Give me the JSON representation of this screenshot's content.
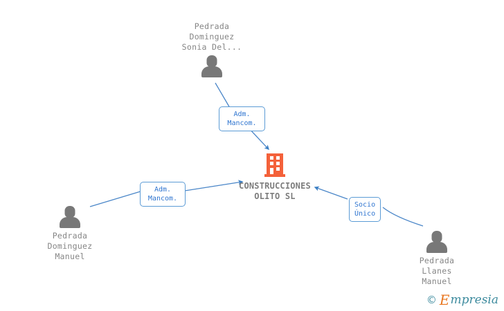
{
  "diagram": {
    "background_color": "#ffffff",
    "edge_color": "#4a86c8",
    "company": {
      "name": "CONSTRUCCIONES\nOLITO SL",
      "icon": "building-icon",
      "icon_color": "#f4613a",
      "label_color": "#7d7d7d"
    },
    "people": [
      {
        "id": "sonia",
        "name": "Pedrada\nDominguez\nSonia Del...",
        "icon": "person-icon",
        "position": "top"
      },
      {
        "id": "manuel-dominguez",
        "name": "Pedrada\nDominguez\nManuel",
        "icon": "person-icon",
        "position": "bottom-left"
      },
      {
        "id": "manuel-llanes",
        "name": "Pedrada\nLlanes\nManuel",
        "icon": "person-icon",
        "position": "bottom-right"
      }
    ],
    "relations": [
      {
        "id": "rel-top",
        "label": "Adm.\nMancom.",
        "from": "sonia",
        "to": "company",
        "align": "center"
      },
      {
        "id": "rel-left",
        "label": "Adm.\nMancom.",
        "from": "manuel-dominguez",
        "to": "company",
        "align": "center"
      },
      {
        "id": "rel-right",
        "label": "Socio\nÚnico",
        "from": "manuel-llanes",
        "to": "company",
        "align": "left"
      }
    ],
    "watermark": {
      "copyright": "©",
      "brand_first": "E",
      "brand_rest": "mpresia"
    }
  }
}
